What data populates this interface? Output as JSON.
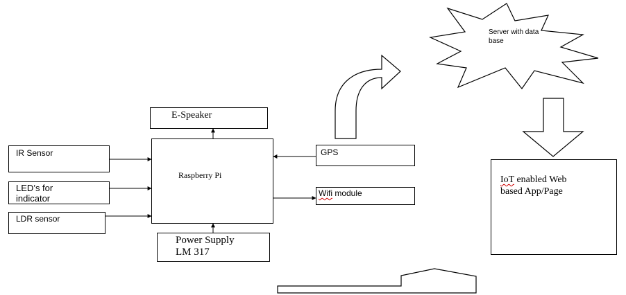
{
  "diagram": {
    "blocks": {
      "e_speaker": "E-Speaker",
      "ir_sensor": "IR Sensor",
      "led_line1": "LED’s for",
      "led_line2": "indicator",
      "ldr_sensor": "LDR sensor",
      "raspberry_pi": "Raspberry Pi",
      "gps": "GPS",
      "wifi_word": "Wifi",
      "wifi_rest": " module",
      "power_line1": "Power Supply",
      "power_line2": "LM 317",
      "server_line1": "Server with data",
      "server_line2": "base",
      "iot_word": "IoT",
      "iot_rest1": " enabled Web",
      "iot_line2": "based App/Page"
    }
  }
}
